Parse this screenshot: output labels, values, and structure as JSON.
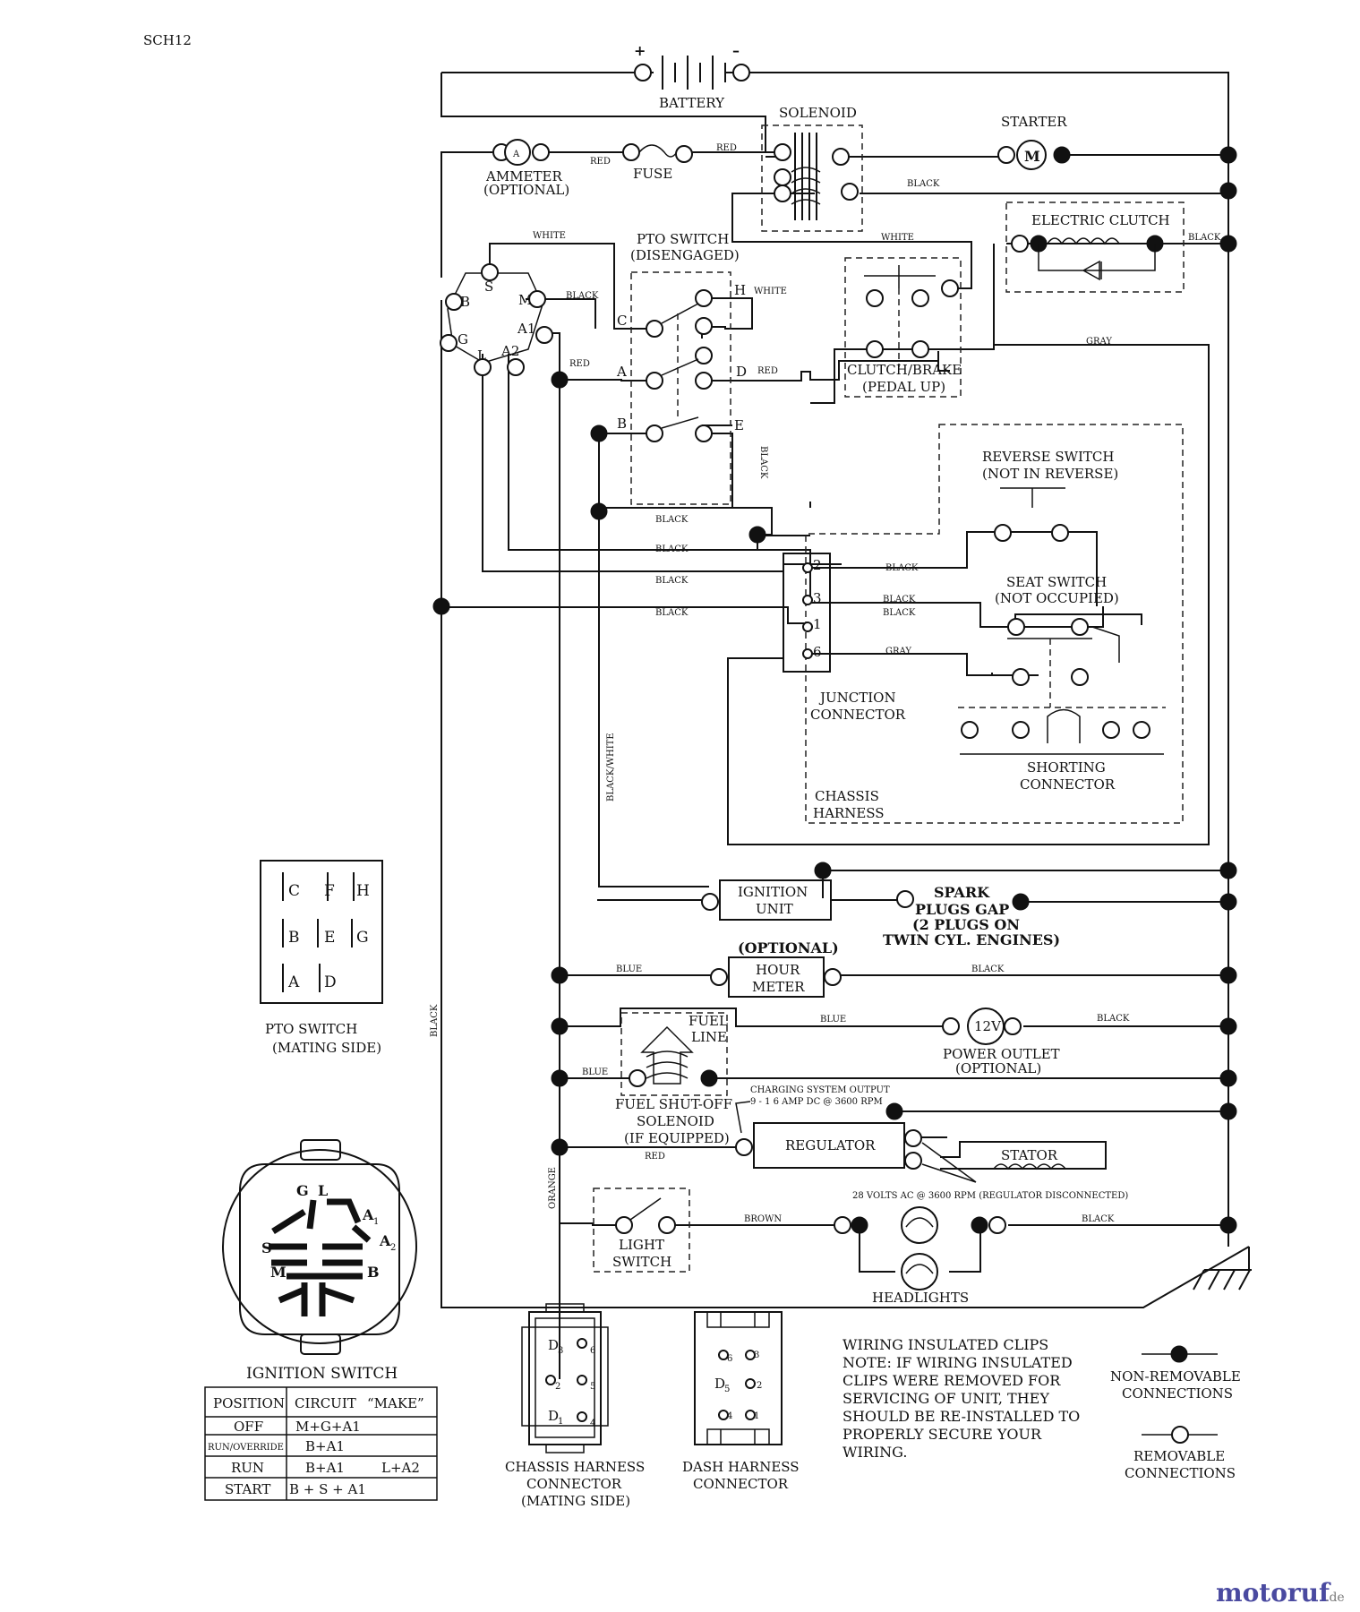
{
  "page_code": "SCH12",
  "watermark": {
    "brand": "motoruf",
    "tld": ".de"
  },
  "components": {
    "battery": "BATTERY",
    "battery_plus": "+",
    "battery_minus": "–",
    "solenoid": "SOLENOID",
    "starter": "STARTER",
    "starter_symbol": "M",
    "ammeter_symbol": "A",
    "ammeter": "AMMETER",
    "ammeter_optional": "(OPTIONAL)",
    "fuse": "FUSE",
    "pto_switch": "PTO SWITCH",
    "pto_state": "(DISENGAGED)",
    "electric_clutch": "ELECTRIC CLUTCH",
    "clutch_brake": "CLUTCH/BRAKE",
    "clutch_brake_state": "(PEDAL UP)",
    "reverse_switch": "REVERSE SWITCH",
    "reverse_state": "(NOT IN REVERSE)",
    "seat_switch": "SEAT SWITCH",
    "seat_state": "(NOT OCCUPIED)",
    "junction": "JUNCTION",
    "connector": "CONNECTOR",
    "shorting": "SHORTING",
    "chassis": "CHASSIS",
    "harness": "HARNESS",
    "ignition": "IGNITION",
    "unit": "UNIT",
    "spark_1": "SPARK",
    "spark_2": "PLUGS GAP",
    "spark_3": "(2 PLUGS ON",
    "spark_4": "TWIN CYL. ENGINES)",
    "hour_optional": "(OPTIONAL)",
    "hour": "HOUR",
    "meter": "METER",
    "fuel": "FUEL",
    "line": "LINE",
    "outlet_symbol": "12V",
    "power_outlet": "POWER OUTLET",
    "power_optional": "(OPTIONAL)",
    "fuel_shutoff_1": "FUEL SHUT-OFF",
    "fuel_shutoff_2": "SOLENOID",
    "fuel_shutoff_3": "(IF EQUIPPED)",
    "charging_1": "CHARGING SYSTEM OUTPUT",
    "charging_2": "9 - 1 6 AMP DC @ 3600 RPM",
    "regulator": "REGULATOR",
    "stator": "STATOR",
    "ac_note": "28 VOLTS AC @ 3600 RPM (REGULATOR DISCONNECTED)",
    "light": "LIGHT",
    "switch": "SWITCH",
    "headlights": "HEADLIGHTS"
  },
  "ignition_terminals": {
    "s": "S",
    "b": "B",
    "m": "M",
    "a1": "A1",
    "g": "G",
    "l": "L",
    "a2": "A2"
  },
  "pto_terminals": {
    "c": "C",
    "h": "H",
    "a": "A",
    "d": "D",
    "b": "B",
    "e": "E"
  },
  "junction_pins": {
    "p2": "2",
    "p3": "3",
    "p1": "1",
    "p6": "6"
  },
  "wire_labels": {
    "red": "RED",
    "black": "BLACK",
    "white": "WHITE",
    "gray": "GRAY",
    "blue": "BLUE",
    "brown": "BROWN",
    "orange": "ORANGE",
    "black_white": "BLACK/WHITE"
  },
  "pto_mating": {
    "letters": [
      "C",
      "F",
      "H",
      "B",
      "E",
      "G",
      "A",
      "D"
    ],
    "title": "PTO SWITCH",
    "subtitle": "(MATING SIDE)"
  },
  "ignition_switch": {
    "title": "IGNITION SWITCH",
    "terminals": {
      "g": "G",
      "l": "L",
      "a1": "A",
      "a1_sub": "1",
      "a2": "A",
      "a2_sub": "2",
      "s": "S",
      "m": "M",
      "b": "B"
    },
    "table": {
      "headers": [
        "POSITION",
        "CIRCUIT",
        "“MAKE”"
      ],
      "rows": [
        {
          "position": "OFF",
          "circuit": "M+G+A1",
          "make": ""
        },
        {
          "position": "RUN/OVERRIDE",
          "circuit": "B+A1",
          "make": ""
        },
        {
          "position": "RUN",
          "circuit": "B+A1",
          "make": "L+A2"
        },
        {
          "position": "START",
          "circuit": "B + S + A1",
          "make": ""
        }
      ]
    }
  },
  "chassis_connector": {
    "pins": {
      "d3": "D",
      "d3s": "3",
      "p6": "6",
      "p2": "2",
      "p5": "5",
      "d1": "D",
      "d1s": "1",
      "p4": "4"
    },
    "title": [
      "CHASSIS HARNESS",
      "CONNECTOR",
      "(MATING SIDE)"
    ]
  },
  "dash_connector": {
    "pins": {
      "p6": "6",
      "p3": "3",
      "d5": "D",
      "d5s": "5",
      "p2": "2",
      "p4": "4",
      "p1": "1"
    },
    "title": [
      "DASH HARNESS",
      "CONNECTOR"
    ]
  },
  "note": {
    "heading": "WIRING INSULATED CLIPS",
    "lines": [
      "NOTE:  IF WIRING INSULATED",
      "CLIPS WERE REMOVED FOR",
      "SERVICING OF UNIT, THEY",
      "SHOULD BE RE-INSTALLED TO",
      "PROPERLY SECURE YOUR",
      "WIRING."
    ]
  },
  "legend": {
    "non_removable": [
      "NON-REMOVABLE",
      "CONNECTIONS"
    ],
    "removable": [
      "REMOVABLE",
      "CONNECTIONS"
    ]
  }
}
